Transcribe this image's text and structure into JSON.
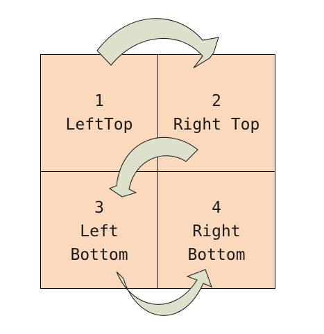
{
  "colors": {
    "quadrant_fill": "#fbd9bd",
    "border": "#000000",
    "arrow_fill": "#dde0cb",
    "arrow_stroke": "#222222",
    "text": "#1a1a1a"
  },
  "quadrants": [
    {
      "number": "1",
      "lines": [
        "LeftTop"
      ]
    },
    {
      "number": "2",
      "lines": [
        "Right Top"
      ]
    },
    {
      "number": "3",
      "lines": [
        "Left",
        "Bottom"
      ]
    },
    {
      "number": "4",
      "lines": [
        "Right",
        "Bottom"
      ]
    }
  ],
  "arrows": [
    {
      "from": "1",
      "to": "2",
      "icon": "curved-arrow-right-icon"
    },
    {
      "from": "2",
      "to": "3",
      "icon": "curved-arrow-down-left-icon"
    },
    {
      "from": "3",
      "to": "4",
      "icon": "curved-arrow-up-right-icon"
    }
  ]
}
